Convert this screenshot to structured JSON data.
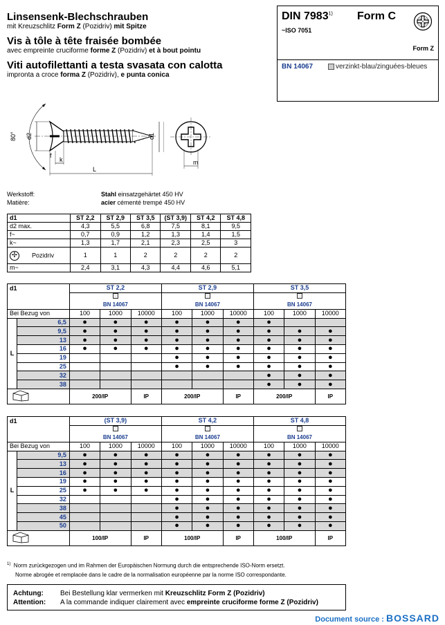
{
  "titles": {
    "de": "Linsensenk-Blechschrauben",
    "de_sub": [
      "mit Kreuzschlitz ",
      "Form Z",
      " (Pozidriv) ",
      "mit Spitze"
    ],
    "fr": "Vis à tôle à tête fraisée bombée",
    "fr_sub": [
      "avec empreinte cruciforme ",
      "forme Z",
      " (Pozidriv) ",
      "et à bout pointu"
    ],
    "it": "Viti autofilettanti a testa svasata con calotta",
    "it_sub": [
      "impronta a croce ",
      "forma Z",
      " (Pozidriv), ",
      "e punta conica"
    ]
  },
  "header_box": {
    "din": "DIN 7983",
    "din_note": "1)",
    "form": "Form C",
    "iso": "~ISO 7051",
    "form_z": "Form Z",
    "bn": "BN 14067",
    "finish": "verzinkt-blau/zinguées-bleues"
  },
  "drawing": {
    "angle": "80°",
    "d2": "d2",
    "f": "f",
    "k": "k",
    "L": "L",
    "d1": "d1",
    "m": "m"
  },
  "material": {
    "werkstoff_label": "Werkstoff:",
    "werkstoff_bold": "Stahl",
    "werkstoff_rest": " einsatzgehärtet 450 HV",
    "matiere_label": "Matière:",
    "matiere_bold": "acier",
    "matiere_rest": " cémenté trempé 450 HV"
  },
  "props_table": {
    "header_label": "d1",
    "sizes": [
      "ST 2,2",
      "ST 2,9",
      "ST 3,5",
      "(ST 3,9)",
      "ST 4,2",
      "ST 4,8"
    ],
    "rows": [
      {
        "label": "d2 max.",
        "values": [
          "4,3",
          "5,5",
          "6,8",
          "7,5",
          "8,1",
          "9,5"
        ]
      },
      {
        "label": "f~",
        "values": [
          "0,7",
          "0,9",
          "1,2",
          "1,3",
          "1,4",
          "1,5"
        ]
      },
      {
        "label": "k~",
        "values": [
          "1,3",
          "1,7",
          "2,1",
          "2,3",
          "2,5",
          "3"
        ]
      },
      {
        "label": "Pozidriv",
        "values": [
          "1",
          "1",
          "2",
          "2",
          "2",
          "2"
        ]
      },
      {
        "label": "m~",
        "values": [
          "2,4",
          "3,1",
          "4,3",
          "4,4",
          "4,6",
          "5,1"
        ]
      }
    ]
  },
  "table1": {
    "d1": "d1",
    "sizes": [
      "ST 2,2",
      "ST 2,9",
      "ST 3,5"
    ],
    "bn": "BN 14067",
    "bezug": "Bei Bezug von",
    "qty": [
      "100",
      "1000",
      "10000"
    ],
    "L": "L",
    "lengths": [
      "6,5",
      "9,5",
      "13",
      "16",
      "19",
      "25",
      "32",
      "38"
    ],
    "dots": [
      [
        "1",
        "1",
        "1",
        "1",
        "1",
        "1",
        "1",
        "0",
        "0"
      ],
      [
        "1",
        "1",
        "1",
        "1",
        "1",
        "1",
        "1",
        "1",
        "1"
      ],
      [
        "1",
        "1",
        "1",
        "1",
        "1",
        "1",
        "1",
        "1",
        "1"
      ],
      [
        "1",
        "1",
        "1",
        "1",
        "1",
        "1",
        "1",
        "1",
        "1"
      ],
      [
        "0",
        "0",
        "0",
        "1",
        "1",
        "1",
        "1",
        "1",
        "1"
      ],
      [
        "0",
        "0",
        "0",
        "1",
        "1",
        "1",
        "1",
        "1",
        "1"
      ],
      [
        "0",
        "0",
        "0",
        "0",
        "0",
        "0",
        "1",
        "1",
        "1"
      ],
      [
        "0",
        "0",
        "0",
        "0",
        "0",
        "0",
        "1",
        "1",
        "1"
      ]
    ],
    "pkg": [
      "200/IP",
      "IP",
      "200/IP",
      "IP",
      "200/IP",
      "IP"
    ]
  },
  "table2": {
    "d1": "d1",
    "sizes": [
      "(ST 3,9)",
      "ST 4,2",
      "ST 4,8"
    ],
    "bn": "BN 14067",
    "bezug": "Bei Bezug von",
    "qty": [
      "100",
      "1000",
      "10000"
    ],
    "L": "L",
    "lengths": [
      "9,5",
      "13",
      "16",
      "19",
      "25",
      "32",
      "38",
      "45",
      "50"
    ],
    "dots": [
      [
        "1",
        "1",
        "1",
        "1",
        "1",
        "1",
        "1",
        "1",
        "1"
      ],
      [
        "1",
        "1",
        "1",
        "1",
        "1",
        "1",
        "1",
        "1",
        "1"
      ],
      [
        "1",
        "1",
        "1",
        "1",
        "1",
        "1",
        "1",
        "1",
        "1"
      ],
      [
        "1",
        "1",
        "1",
        "1",
        "1",
        "1",
        "1",
        "1",
        "1"
      ],
      [
        "1",
        "1",
        "1",
        "1",
        "1",
        "1",
        "1",
        "1",
        "1"
      ],
      [
        "0",
        "0",
        "0",
        "1",
        "1",
        "1",
        "1",
        "1",
        "1"
      ],
      [
        "0",
        "0",
        "0",
        "1",
        "1",
        "1",
        "1",
        "1",
        "1"
      ],
      [
        "0",
        "0",
        "0",
        "1",
        "1",
        "1",
        "1",
        "1",
        "1"
      ],
      [
        "0",
        "0",
        "0",
        "1",
        "1",
        "1",
        "1",
        "1",
        "1"
      ]
    ],
    "pkg": [
      "100/IP",
      "IP",
      "100/IP",
      "IP",
      "100/IP",
      "IP"
    ]
  },
  "footnote": {
    "mark": "1)",
    "de": "Norm zurückgezogen und im Rahmen der Europäischen Normung durch die entsprechende ISO-Norm ersetzt.",
    "fr": "Norme abrogée et remplacée dans le cadre de la normalisation européenne par la norme ISO correspondante."
  },
  "warning": {
    "de_label": "Achtung:",
    "de_text": "Bei Bestellung klar vermerken mit ",
    "de_bold": "Kreuzschlitz Form Z (Pozidriv)",
    "fr_label": "Attention:",
    "fr_text": "A la commande indiquer clairement avec ",
    "fr_bold": "empreinte cruciforme forme Z (Pozidriv)"
  },
  "source": {
    "label": "Document source :",
    "brand": "BOSSARD"
  },
  "colors": {
    "accent_blue": "#1a3d8f",
    "grey_fill": "#d9d9d9",
    "brand_blue": "#1a6fc4"
  }
}
